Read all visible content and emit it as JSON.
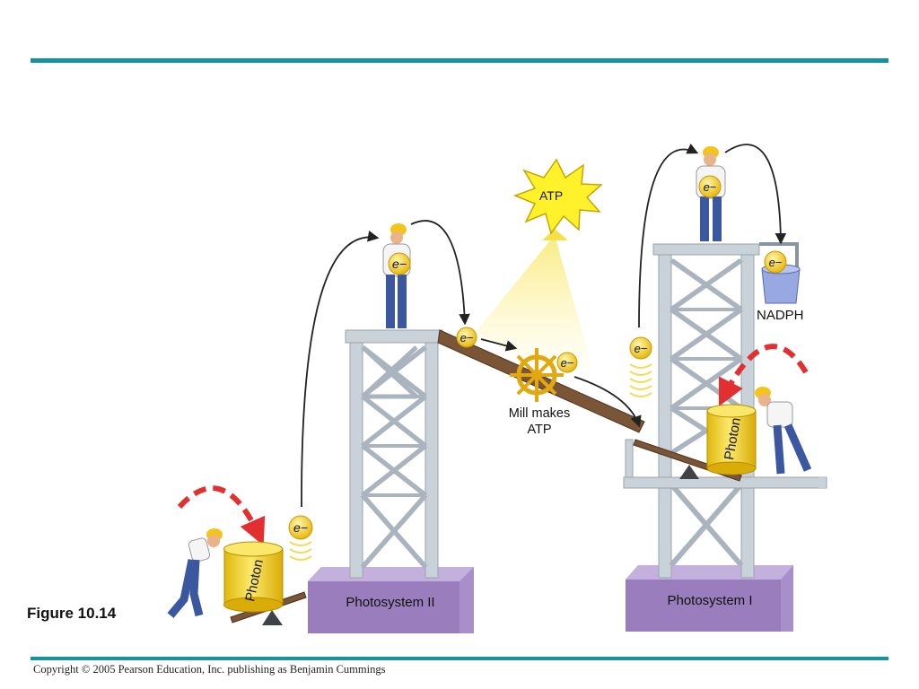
{
  "figure_label": "Figure 10.14",
  "copyright": "Copyright © 2005 Pearson Education, Inc. publishing as Benjamin Cummings",
  "photosystem_ii_label": "Photosystem II",
  "photosystem_i_label": "Photosystem I",
  "photon_label": "Photon",
  "mill_label": "Mill makes ATP",
  "atp_label": "ATP",
  "nadph_label": "NADPH",
  "electron_label": "e−",
  "colors": {
    "teal_rule": "#14939a",
    "platform_purple": "#a98fc9",
    "tower_gray": "#c9d1d9",
    "photon_yellow": "#f2d21f",
    "red_arrow": "#e23030",
    "ramp_brown": "#6b4a2f"
  }
}
